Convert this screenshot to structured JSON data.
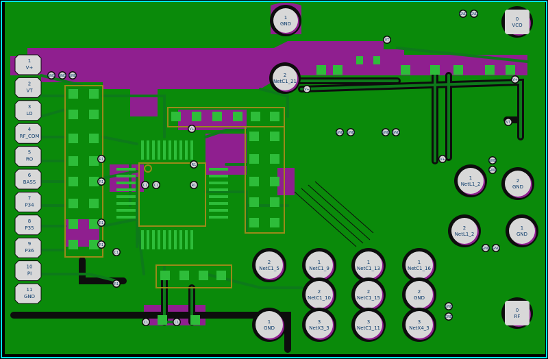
{
  "colors": {
    "background": "#000000",
    "board_outline": "#00e5ff",
    "copper_pour": "#0a8a0a",
    "top_copper": "#8f1f8f",
    "trace": "#0d7a1a",
    "pad": "#2ebd3a",
    "silkscreen": "#9a8a1a",
    "via": "#d8d8d8"
  },
  "connector": {
    "pins": [
      {
        "num": "1",
        "net": "V+"
      },
      {
        "num": "2",
        "net": "VT"
      },
      {
        "num": "3",
        "net": "LO"
      },
      {
        "num": "4",
        "net": "RF_COM"
      },
      {
        "num": "5",
        "net": "RO"
      },
      {
        "num": "6",
        "net": "BASS"
      },
      {
        "num": "7",
        "net": "P34"
      },
      {
        "num": "8",
        "net": "P35"
      },
      {
        "num": "9",
        "net": "P36"
      },
      {
        "num": "10",
        "net": "PI"
      },
      {
        "num": "11",
        "net": "GND"
      }
    ]
  },
  "pads": {
    "gnd_top": {
      "num": "1",
      "net": "GND"
    },
    "vco": {
      "num": "0",
      "net": "VCO"
    },
    "rf": {
      "num": "0",
      "net": "RF"
    },
    "netc1_21": {
      "num": "2",
      "net": "NetC1_21"
    },
    "netl1_2_a": {
      "num": "1",
      "net": "NetL1_2"
    },
    "netl1_2_b": {
      "num": "2",
      "net": "NetL1_2"
    },
    "gnd_r1": {
      "num": "2",
      "net": "GND"
    },
    "gnd_r2": {
      "num": "1",
      "net": "GND"
    },
    "netc1_5": {
      "num": "2",
      "net": "NetC1_5"
    },
    "netc1_9": {
      "num": "1",
      "net": "NetC1_9"
    },
    "netc1_13": {
      "num": "1",
      "net": "NetC1_13"
    },
    "netc1_16": {
      "num": "1",
      "net": "NetC1_16"
    },
    "netc1_10": {
      "num": "2",
      "net": "NetC1_10"
    },
    "netc1_15": {
      "num": "2",
      "net": "NetC1_15"
    },
    "gnd_b1": {
      "num": "2",
      "net": "GND"
    },
    "gnd_b2": {
      "num": "1",
      "net": "GND"
    },
    "netx3_3": {
      "num": "3",
      "net": "NetX3_3"
    },
    "netc1_11": {
      "num": "3",
      "net": "NetC1_11"
    },
    "netx4_3": {
      "num": "3",
      "net": "NetX4_3"
    }
  },
  "via_labels": {
    "vt": "VT",
    "vplus": "V+",
    "gnd": "GND",
    "r1": "R1",
    "c1": "C1"
  }
}
